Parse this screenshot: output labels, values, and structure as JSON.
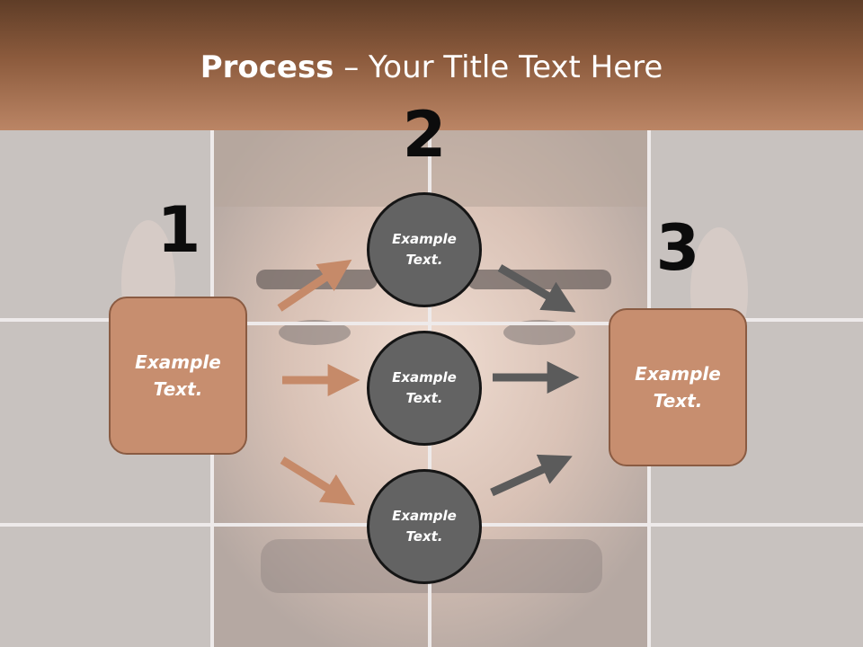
{
  "title": {
    "bold": "Process",
    "rest": " – Your Title Text Here"
  },
  "steps": [
    {
      "number": "1",
      "text": "Example Text."
    },
    {
      "number": "2",
      "text": ""
    },
    {
      "number": "3",
      "text": "Example Text."
    }
  ],
  "circles": [
    {
      "text": "Example Text."
    },
    {
      "text": "Example Text."
    },
    {
      "text": "Example Text."
    }
  ],
  "colors": {
    "accent_box": "#c78e6f",
    "circle_fill": "#636363",
    "arrow_left": "#c68a69",
    "arrow_right": "#5b5b5b"
  }
}
